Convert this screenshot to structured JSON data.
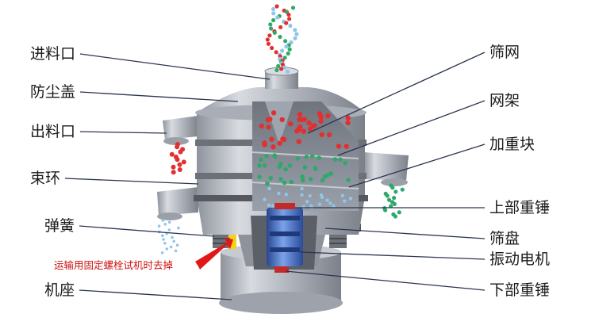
{
  "labels_left": [
    {
      "id": "inlet",
      "text": "进料口"
    },
    {
      "id": "dust-cover",
      "text": "防尘盖"
    },
    {
      "id": "outlet",
      "text": "出料口"
    },
    {
      "id": "clamp-ring",
      "text": "束环"
    },
    {
      "id": "spring",
      "text": "弹簧"
    },
    {
      "id": "base",
      "text": "机座"
    }
  ],
  "labels_right": [
    {
      "id": "screen-mesh",
      "text": "筛网"
    },
    {
      "id": "mesh-frame",
      "text": "网架"
    },
    {
      "id": "weight-block",
      "text": "加重块"
    },
    {
      "id": "upper-weight",
      "text": "上部重锤"
    },
    {
      "id": "sieve-tray",
      "text": "筛盘"
    },
    {
      "id": "vibration-motor",
      "text": "振动电机"
    },
    {
      "id": "lower-weight",
      "text": "下部重锤"
    }
  ],
  "note": "运输用固定螺栓试机时去掉",
  "colors": {
    "label_text": "#1a1a1a",
    "leader_line": "#2b3550",
    "note_text": "#d01010",
    "note_arrow": "#e01818",
    "steel": "#b9bdc6",
    "motor_blue": "#3c63c4",
    "particle_red": "#e23030",
    "particle_green": "#2fa86b",
    "particle_blue": "#8fc6ea",
    "bolt_yellow": "#f2d21a"
  }
}
